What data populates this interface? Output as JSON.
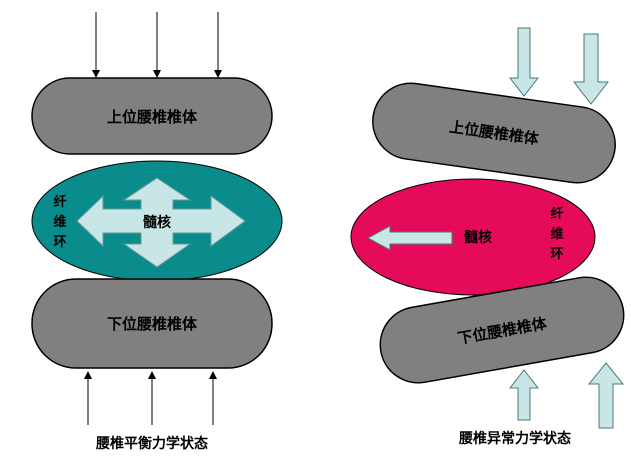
{
  "normal": {
    "upper_vertebra": "上位腰椎椎体",
    "lower_vertebra": "下位腰椎椎体",
    "nucleus": "髓核",
    "annulus": [
      "纤",
      "维",
      "环"
    ],
    "caption": "腰椎平衡力学状态"
  },
  "abnormal": {
    "upper_vertebra": "上位腰椎椎体",
    "lower_vertebra": "下位腰椎椎体",
    "nucleus": "髓核",
    "annulus": [
      "纤",
      "维",
      "环"
    ],
    "caption": "腰椎异常力学状态"
  },
  "colors": {
    "vertebra_fill": "#808080",
    "normal_disc_fill": "#0b8c8c",
    "abnormal_disc_fill": "#e60b5a",
    "arrow_fill": "#c8e6e6"
  }
}
